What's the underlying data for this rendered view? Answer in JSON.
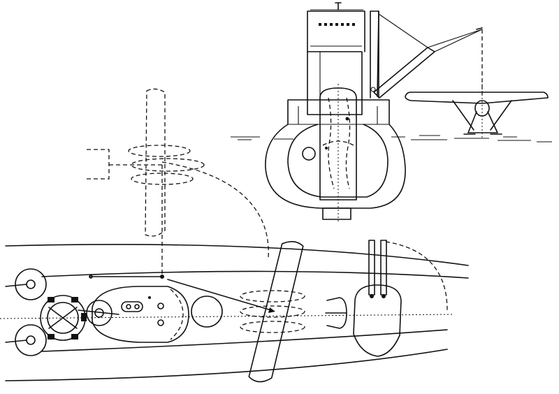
{
  "figure": {
    "views": [
      {
        "name": "rear-view",
        "text": ""
      },
      {
        "name": "plan-view",
        "text": ""
      },
      {
        "name": "front-elevation-aircraft",
        "text": ""
      }
    ]
  },
  "colors": {
    "ink": "#111111",
    "paper": "#ffffff"
  }
}
